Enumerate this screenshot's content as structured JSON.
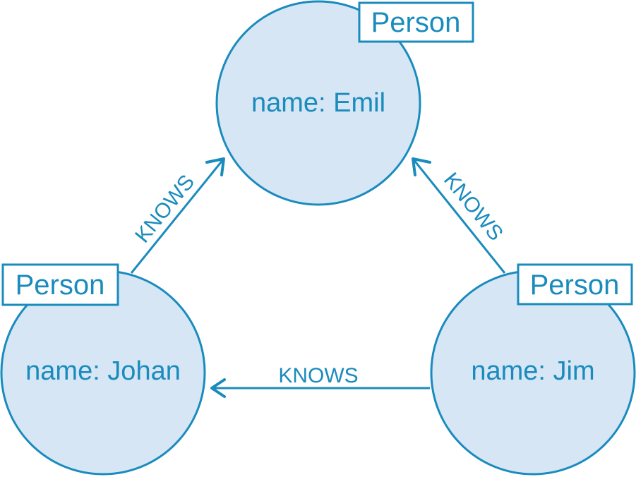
{
  "colors": {
    "stroke": "#1a8bbd",
    "node_fill": "#d6e6f5",
    "text": "#1a8bbd"
  },
  "nodes": [
    {
      "id": "emil",
      "label": "Person",
      "property": "name: Emil"
    },
    {
      "id": "johan",
      "label": "Person",
      "property": "name: Johan"
    },
    {
      "id": "jim",
      "label": "Person",
      "property": "name: Jim"
    }
  ],
  "edges": [
    {
      "from": "johan",
      "to": "emil",
      "type": "KNOWS"
    },
    {
      "from": "jim",
      "to": "emil",
      "type": "KNOWS"
    },
    {
      "from": "jim",
      "to": "johan",
      "type": "KNOWS"
    }
  ]
}
